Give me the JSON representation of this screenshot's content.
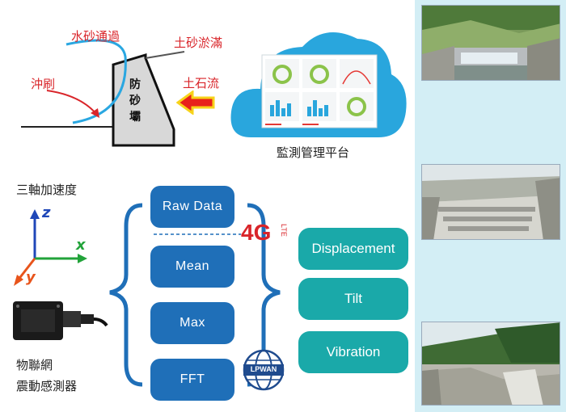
{
  "dam_diagram": {
    "labels": {
      "flow_sediment": "水砂通過",
      "sediment_fill": "土砂淤滿",
      "scour": "沖刷",
      "debris_flow": "土石流"
    },
    "dam_text": [
      "防",
      "砂",
      "壩"
    ]
  },
  "cloud": {
    "caption": "監測管理平台"
  },
  "sensor": {
    "title": "三軸加速度",
    "axes": {
      "z": "z",
      "x": "x",
      "y": "y"
    },
    "caption_line1": "物聯網",
    "caption_line2": "震動感測器"
  },
  "processing": {
    "items": [
      "Raw Data",
      "Mean",
      "Max",
      "FFT"
    ]
  },
  "network": {
    "four_g": "4G",
    "lte": "LTE",
    "lpwan": "LPWAN"
  },
  "outputs": {
    "items": [
      "Displacement",
      "Tilt",
      "Vibration"
    ]
  },
  "colors": {
    "red": "#d9252a",
    "blue_button": "#1f6fb8",
    "teal_button": "#1aa9a9",
    "cloud": "#29a6dd",
    "panel": "#d3eef5",
    "arrow_fill": "#e8221b",
    "arrow_outline": "#f7d31a"
  }
}
